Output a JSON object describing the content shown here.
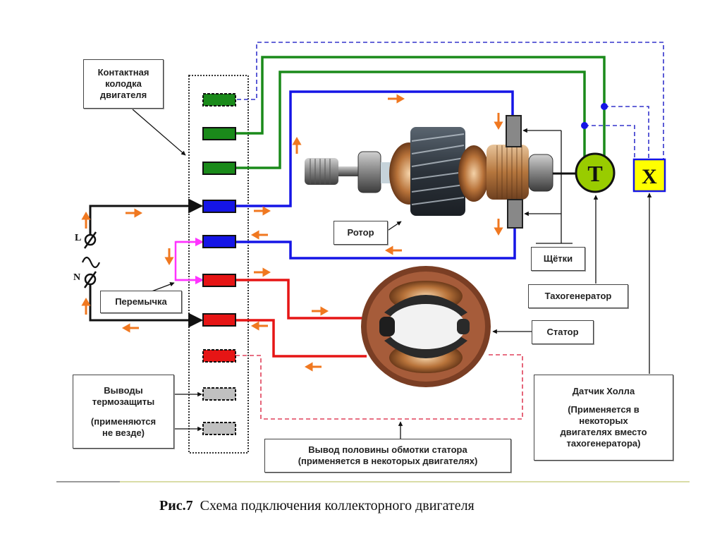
{
  "labels": {
    "terminal_block": [
      "Контактная",
      "колодка",
      "двигателя"
    ],
    "jumper": "Перемычка",
    "thermal": [
      "Выводы",
      "термозащиты",
      "",
      "(применяются",
      "не везде)"
    ],
    "rotor": "Ротор",
    "brushes": "Щётки",
    "tachogenerator": "Тахогенератор",
    "stator": "Статор",
    "hall_sensor": [
      "Датчик Холла",
      "",
      "(Применяется в",
      "некоторых",
      "двигателях вместо",
      "тахогенератора)"
    ],
    "half_winding": [
      "Вывод половины обмотки статора",
      "(применяется в некоторых двигателях)"
    ]
  },
  "power": {
    "line": "L",
    "neutral": "N",
    "ac_symbol": "~"
  },
  "components": {
    "tacho_symbol": "T",
    "hall_symbol": "X"
  },
  "caption": {
    "prefix": "Рис.7",
    "text": "Схема подключения коллекторного двигателя"
  },
  "colors": {
    "green": "#1a8a1a",
    "blue": "#1515e6",
    "red": "#e61515",
    "magenta": "#ff33ff",
    "orange": "#f07820",
    "tacho_fill": "#99cc00",
    "hall_fill": "#ffff00",
    "dashed_blue": "#3333cc",
    "dashed_red": "#e0405a",
    "gray_terminal": "#c0c0c0",
    "brush": "#888888"
  },
  "terminals": [
    {
      "color": "green",
      "style": "dashed"
    },
    {
      "color": "green",
      "style": "solid"
    },
    {
      "color": "green",
      "style": "solid"
    },
    {
      "color": "blue",
      "style": "solid"
    },
    {
      "color": "blue",
      "style": "solid"
    },
    {
      "color": "red",
      "style": "solid"
    },
    {
      "color": "red",
      "style": "solid"
    },
    {
      "color": "red",
      "style": "dashed"
    },
    {
      "color": "gray_terminal",
      "style": "dashed"
    },
    {
      "color": "gray_terminal",
      "style": "dashed"
    }
  ]
}
